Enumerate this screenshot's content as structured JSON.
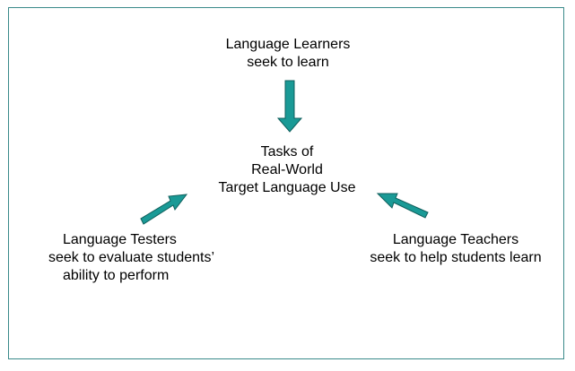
{
  "diagram": {
    "learners": {
      "line1": "Language Learners",
      "line2": "seek to learn"
    },
    "center": {
      "line1": "Tasks of",
      "line2": "Real-World",
      "line3": "Target Language Use"
    },
    "testers": {
      "line1": "Language Testers",
      "line2": "seek to evaluate students’",
      "line3": "ability to perform"
    },
    "teachers": {
      "line1": "Language Teachers",
      "line2": "seek to help students learn"
    },
    "colors": {
      "frame": "#3a8a8a",
      "arrow_fill": "#1a9a96",
      "arrow_stroke": "#0f5f5c"
    }
  }
}
